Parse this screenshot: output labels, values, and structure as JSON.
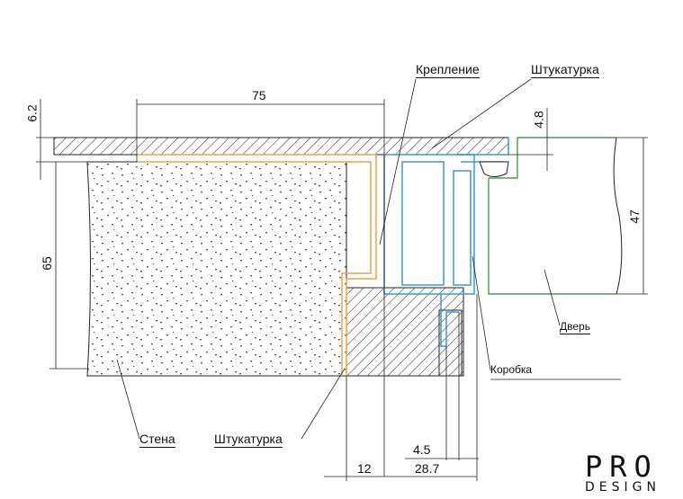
{
  "labels": {
    "fastening": "Крепление",
    "plaster_top": "Штукатурка",
    "plaster_bottom": "Штукатурка",
    "wall": "Стена",
    "door": "Дверь",
    "frame": "Коробка"
  },
  "dimensions": {
    "width_75": "75",
    "top_6_2": "6.2",
    "height_65": "65",
    "gap_4_8": "4.8",
    "door_47": "47",
    "offset_12": "12",
    "frame_28_7": "28.7",
    "lip_4_5": "4.5"
  },
  "logo": {
    "line1": "PRO",
    "line2": "DESIGN"
  },
  "colors": {
    "frame": "#3a9ad0",
    "plaster": "#f0a040",
    "door": "#2f8a2f"
  }
}
